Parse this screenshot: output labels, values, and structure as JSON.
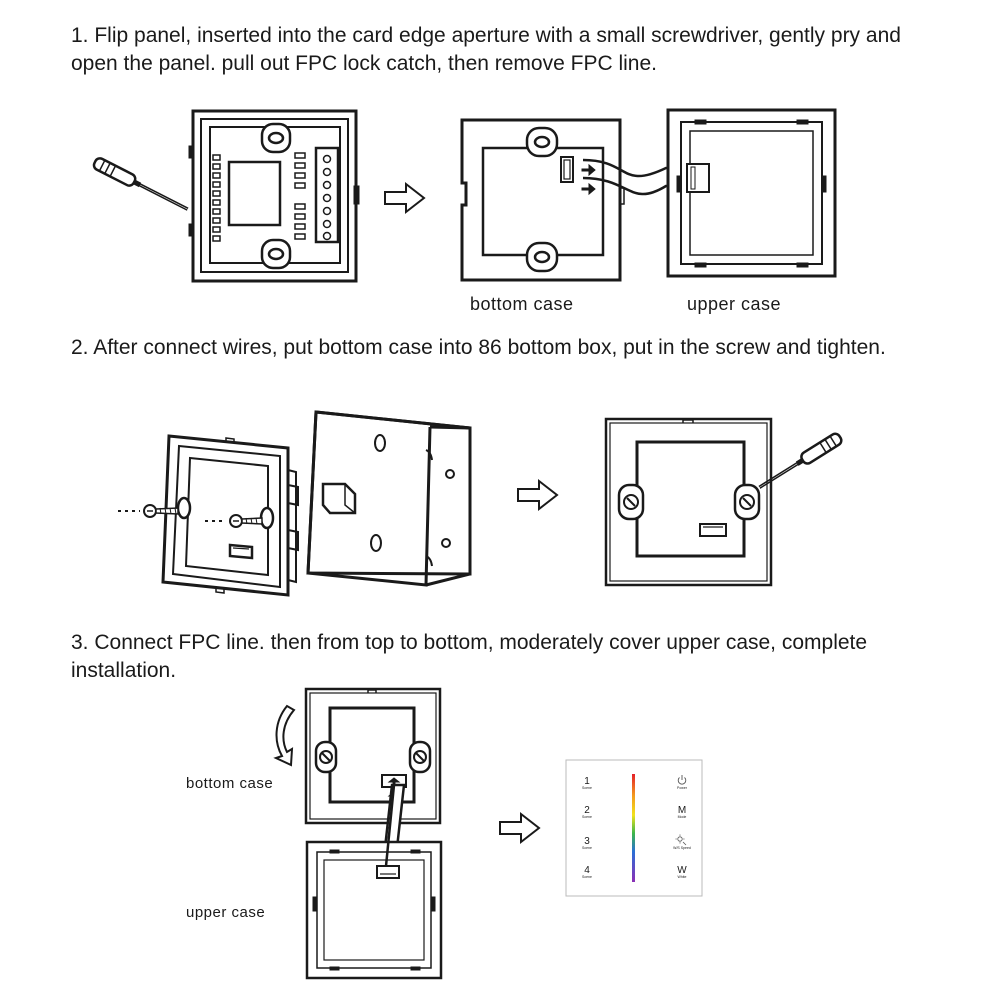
{
  "steps": [
    {
      "text": "1. Flip panel, inserted into the card edge aperture with a small screwdriver, gently pry and open the panel. pull out FPC lock catch, then remove FPC line."
    },
    {
      "text": "2. After connect wires, put bottom case into 86 bottom box, put in the screw and tighten."
    },
    {
      "text": "3. Connect FPC line. then from top to bottom, moderately cover upper case, complete installation."
    }
  ],
  "labels": {
    "bottom_case": "bottom case",
    "upper_case": "upper case"
  },
  "panel": {
    "keys_left": [
      {
        "num": "1",
        "sub": "Scene"
      },
      {
        "num": "2",
        "sub": "Scene"
      },
      {
        "num": "3",
        "sub": "Scene"
      },
      {
        "num": "4",
        "sub": "Scene"
      }
    ],
    "keys_right": [
      {
        "icon": "power-icon",
        "sub": "Power"
      },
      {
        "glyph": "M",
        "sub": "Mode"
      },
      {
        "icon": "brightness-icon",
        "sub": "W/S Speed"
      },
      {
        "glyph": "W",
        "sub": "White"
      }
    ]
  }
}
